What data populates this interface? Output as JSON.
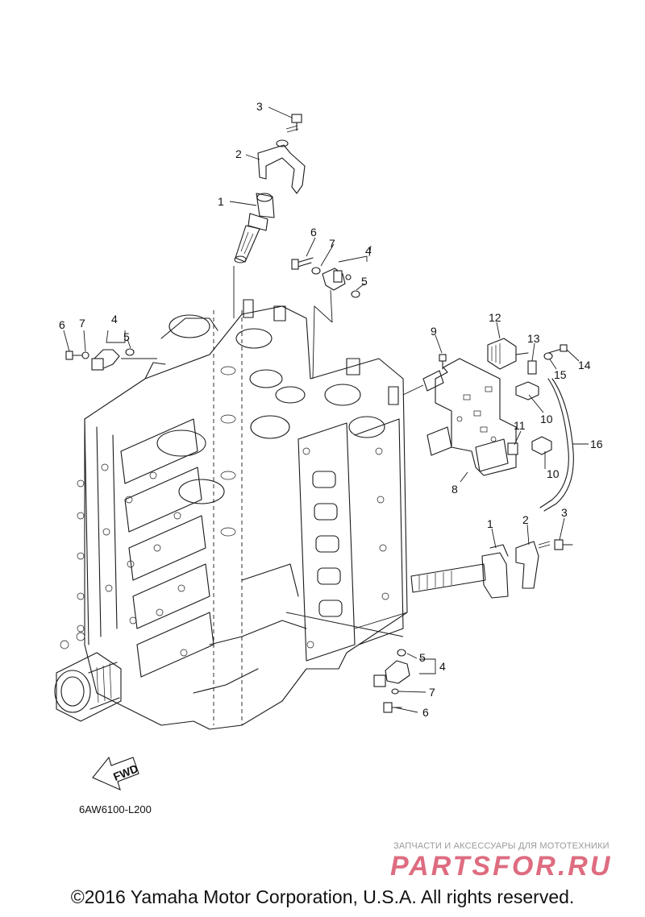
{
  "diagram": {
    "code": "6AW6100-L200",
    "fwd_label": "FWD",
    "callouts": {
      "top_1": "1",
      "top_2": "2",
      "top_3": "3",
      "mid_6": "6",
      "mid_7": "7",
      "mid_4": "4",
      "mid_5": "5",
      "left_6": "6",
      "left_7": "7",
      "left_4": "4",
      "left_5": "5",
      "br_9": "9",
      "br_12": "12",
      "br_13": "13",
      "br_14": "14",
      "br_15": "15",
      "br_10a": "10",
      "br_11": "11",
      "br_10b": "10",
      "br_16": "16",
      "br_8": "8",
      "coil_1": "1",
      "coil_2": "2",
      "coil_3": "3",
      "bot_5": "5",
      "bot_4": "4",
      "bot_7": "7",
      "bot_6": "6"
    }
  },
  "watermark": {
    "tagline": "ЗАПЧАСТИ И АКСЕССУАРЫ ДЛЯ МОТОТЕХНИКИ",
    "logo_text": "PARTSFOR.RU",
    "logo_color": "#d9536a"
  },
  "footer": {
    "copyright": "©2016 Yamaha Motor Corporation, U.S.A. All rights reserved."
  }
}
